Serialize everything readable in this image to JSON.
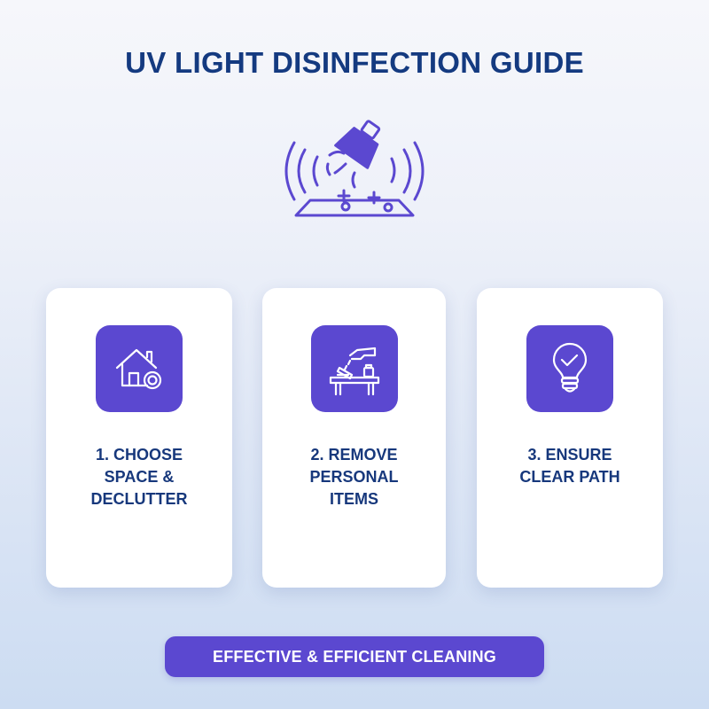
{
  "header": {
    "title": "UV LIGHT DISINFECTION GUIDE"
  },
  "hero": {
    "icon": "uv-lamp-disinfecting-surface-icon"
  },
  "steps": [
    {
      "number": 1,
      "label": "1. CHOOSE\nSPACE &\nDECLUTTER",
      "icon": "house-icon"
    },
    {
      "number": 2,
      "label": "2. REMOVE\nPERSONAL\nITEMS",
      "icon": "hand-clearing-table-icon"
    },
    {
      "number": 3,
      "label": "3. ENSURE\nCLEAR PATH",
      "icon": "lightbulb-check-icon"
    }
  ],
  "footer": {
    "banner": "EFFECTIVE & EFFICIENT CLEANING"
  },
  "colors": {
    "accent": "#5b48d0",
    "title": "#143a80",
    "card_bg": "#ffffff"
  }
}
